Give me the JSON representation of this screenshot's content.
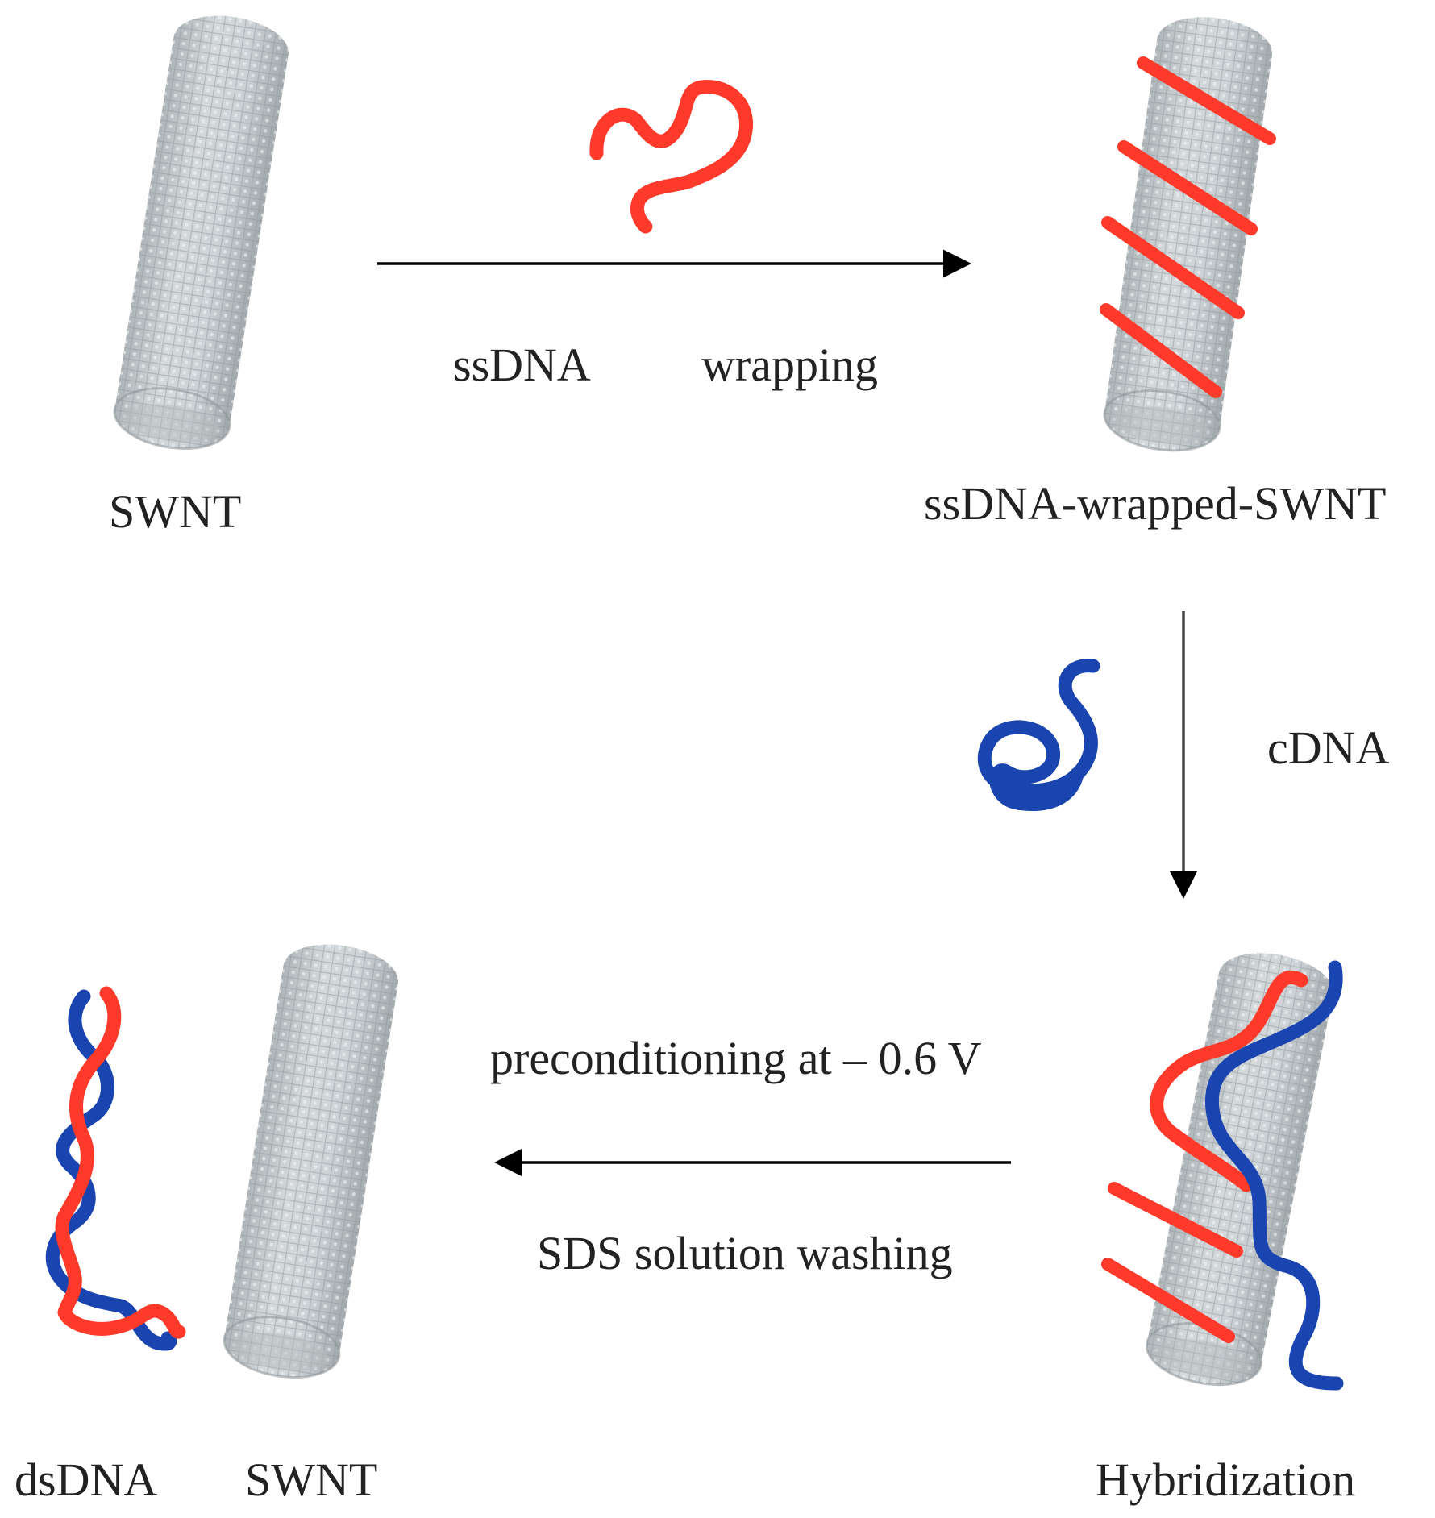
{
  "labels": {
    "swnt_top": "SWNT",
    "wrapped": "ssDNA-wrapped-SWNT",
    "step1_left": "ssDNA",
    "step1_right": "wrapping",
    "step2": "cDNA",
    "step3_top": "preconditioning at – 0.6 V",
    "step3_bottom": "SDS solution washing",
    "hybridization": "Hybridization",
    "dsdna": "dsDNA",
    "swnt_bottom": "SWNT"
  },
  "colors": {
    "background": "#ffffff",
    "nanotube": "#c9cfd2",
    "nanotube_mesh": "#9ea6aa",
    "ssdna": "#ff3a2a",
    "cdna": "#1a44b0",
    "arrow": "#000000",
    "text": "#222222"
  }
}
